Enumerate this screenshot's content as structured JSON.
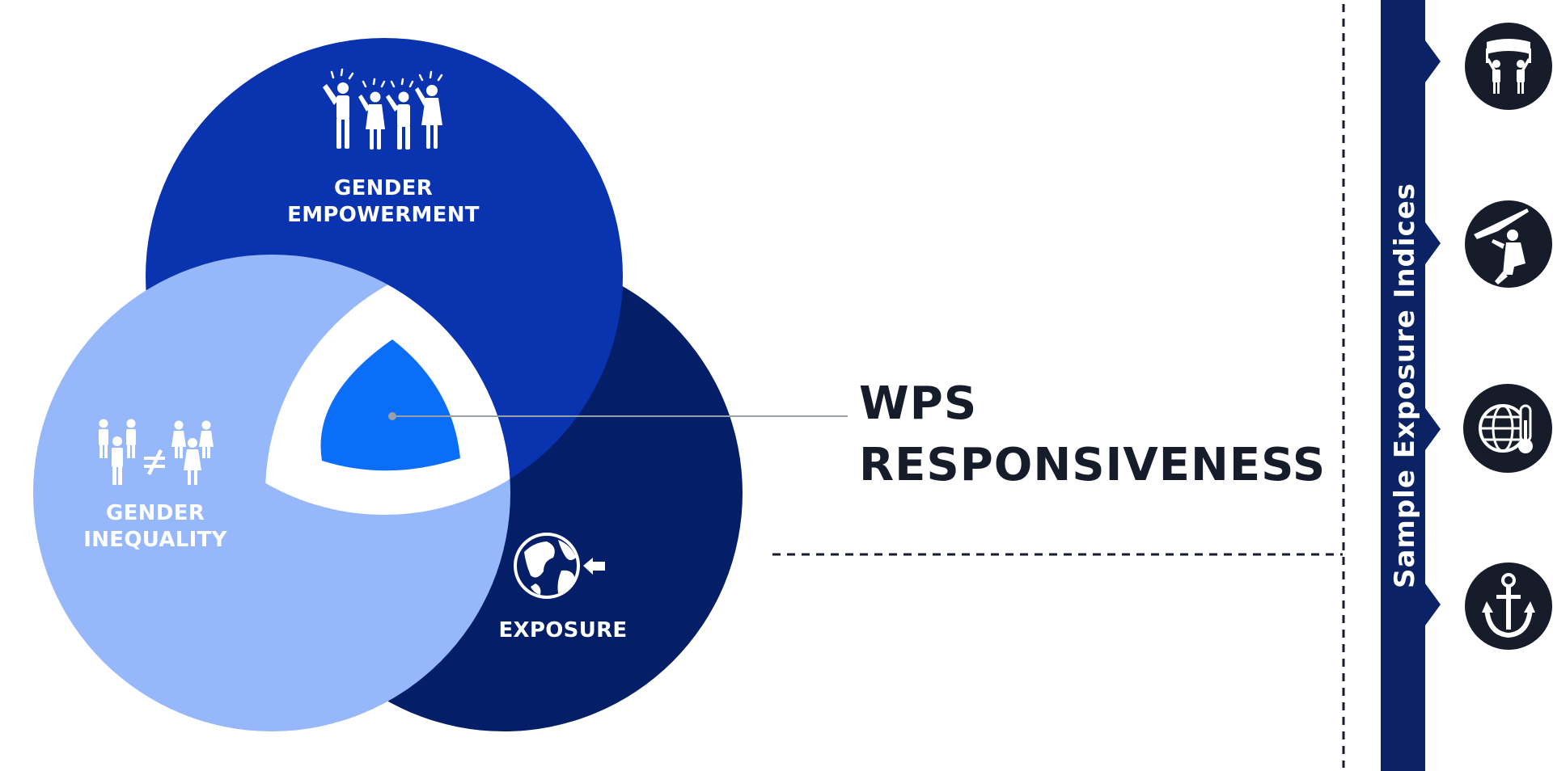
{
  "circles": {
    "empowerment": {
      "line1": "GENDER",
      "line2": "EMPOWERMENT",
      "icon": "raised-hands-people-icon"
    },
    "inequality": {
      "line1": "GENDER",
      "line2": "INEQUALITY",
      "icon": "unequal-people-icon"
    },
    "exposure": {
      "label": "EXPOSURE",
      "icon": "globe-arrow-icon"
    }
  },
  "center": {
    "line1": "WPS",
    "line2": "RESPONSIVENESS"
  },
  "sidebar": {
    "title": "Sample Exposure Indices",
    "icons": [
      "protest-banner-icon",
      "armed-conflict-icon",
      "climate-globe-thermometer-icon",
      "anchor-icon"
    ]
  },
  "colors": {
    "empowerment": "#0a33b0",
    "inequality": "#96b8fa",
    "exposure": "#041f67",
    "center_highlight": "#0a6ef8",
    "sidebar_bar": "#0b2265",
    "icon_disc": "#171c2b",
    "title_text": "#171c2b"
  }
}
